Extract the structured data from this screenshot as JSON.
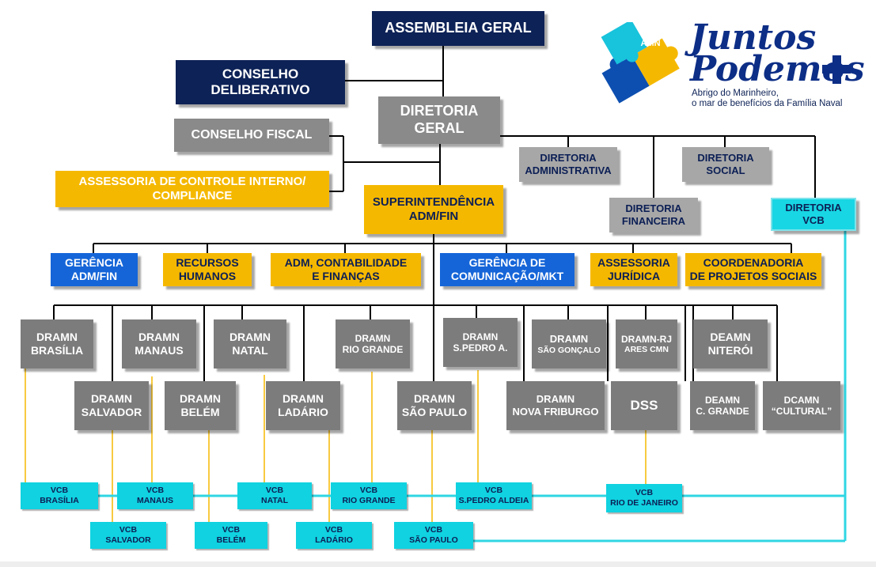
{
  "colors": {
    "navy": "#0d2256",
    "gray": "#8a8a8a",
    "gold": "#f5b800",
    "blue": "#1565d8",
    "cyan": "#10d2e0",
    "line": "#000000"
  },
  "logo": {
    "title": "Juntos\nPodemos",
    "badge": "AMN",
    "subtitle": "Abrigo do Marinheiro,\no mar de benefícios da Família Naval",
    "plus_icon": "plus-icon",
    "puzzle_icon": "puzzle-icon"
  },
  "governance": {
    "assembleia": "ASSEMBLEIA GERAL",
    "conselho_deliberativo": "CONSELHO\nDELIBERATIVO",
    "diretoria_geral": "DIRETORIA\nGERAL",
    "conselho_fiscal": "CONSELHO FISCAL",
    "assessoria_controle": "ASSESSORIA DE CONTROLE INTERNO/\nCOMPLIANCE"
  },
  "directorates": {
    "administrativa": "DIRETORIA\nADMINISTRATIVA",
    "social": "DIRETORIA\nSOCIAL",
    "financeira": "DIRETORIA\nFINANCEIRA",
    "vcb": "DIRETORIA\nVCB"
  },
  "superintendencia": "SUPERINTENDÊNCIA\nADM/FIN",
  "departments": {
    "gerencia_adm": "GERÊNCIA\nADM/FIN",
    "rh": "RECURSOS\nHUMANOS",
    "contabilidade": "ADM, CONTABILIDADE\nE FINANÇAS",
    "comunicacao": "GERÊNCIA DE\nCOMUNICAÇÃO/MKT",
    "juridica": "ASSESSORIA\nJURÍDICA",
    "projetos": "COORDENADORIA\nDE PROJETOS SOCIAIS"
  },
  "units_top": {
    "brasilia": "DRAMN\nBRASÍLIA",
    "manaus": "DRAMN\nMANAUS",
    "natal": "DRAMN\nNATAL",
    "rio_grande": "DRAMN\nRIO GRANDE",
    "spedro": "DRAMN\nS.PEDRO A.",
    "sao_goncalo_1": "DRAMN",
    "sao_goncalo_2": "SÃO GONÇALO",
    "rj_1": "DRAMN-RJ",
    "rj_2": "ARES CMN",
    "niteroi": "DEAMN\nNITERÓI"
  },
  "units_bottom": {
    "salvador": "DRAMN\nSALVADOR",
    "belem": "DRAMN\nBELÉM",
    "ladario": "DRAMN\nLADÁRIO",
    "sao_paulo": "DRAMN\nSÃO PAULO",
    "nova_friburgo": "DRAMN\nNOVA FRIBURGO",
    "dss": "DSS",
    "cgrande": "DEAMN\nC. GRANDE",
    "cultural": "DCAMN\n“CULTURAL”"
  },
  "vcb_row1": {
    "brasilia": "VCB\nBRASÍLIA",
    "manaus": "VCB\nMANAUS",
    "natal": "VCB\nNATAL",
    "rio_grande": "VCB\nRIO GRANDE",
    "spedro": "VCB\nS.PEDRO ALDEIA",
    "rio": "VCB\nRIO DE JANEIRO"
  },
  "vcb_row2": {
    "salvador": "VCB\nSALVADOR",
    "belem": "VCB\nBELÉM",
    "ladario": "VCB\nLADÁRIO",
    "sao_paulo": "VCB\nSÃO PAULO"
  }
}
